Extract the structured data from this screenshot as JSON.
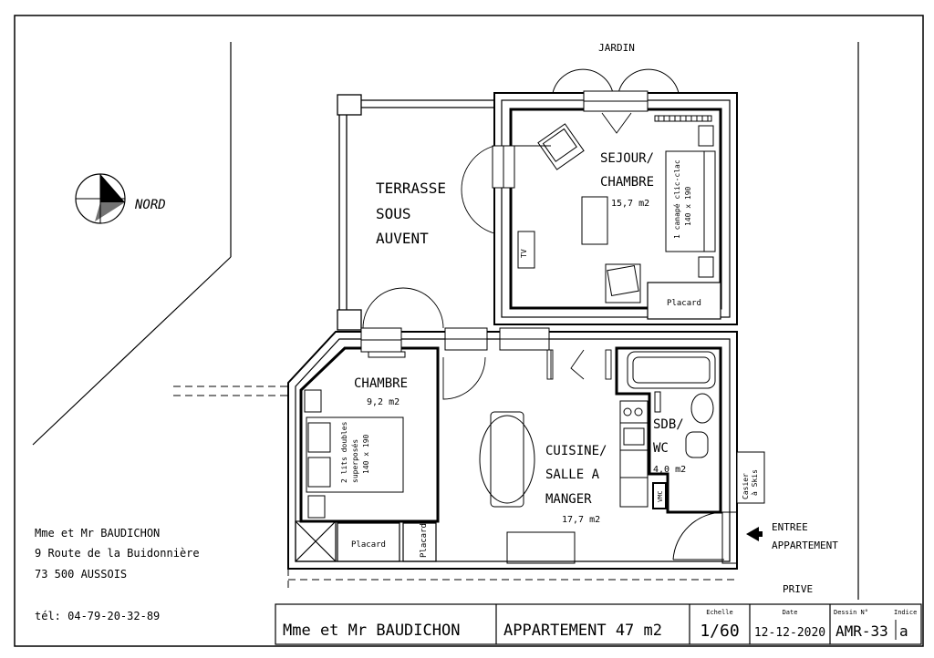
{
  "plan": {
    "garden": "JARDIN",
    "north": "NORD",
    "private": "PRIVE",
    "terrace": [
      "TERRASSE",
      "SOUS",
      "AUVENT"
    ],
    "living": {
      "name": [
        "SEJOUR/",
        "CHAMBRE"
      ],
      "area": "15,7 m2",
      "sofa": [
        "1 canapé clic-clac",
        "140 x 190"
      ],
      "closet": "Placard",
      "tv": "TV"
    },
    "bedroom": {
      "name": "CHAMBRE",
      "area": "9,2 m2",
      "beds": [
        "2 lits doubles",
        "superposés",
        "140 x 190"
      ]
    },
    "kitchen": {
      "name": [
        "CUISINE/",
        "SALLE A",
        "MANGER"
      ],
      "area": "17,7 m2"
    },
    "bath": {
      "name": [
        "SDB/",
        "WC"
      ],
      "area": "4,0 m2",
      "vmc": "VMC"
    },
    "closet1": "Placard",
    "closet2": "Placard",
    "ski": [
      "Casier",
      "à Skis"
    ],
    "entrance": [
      "ENTREE",
      "APPARTEMENT"
    ]
  },
  "owner": {
    "name": "Mme et Mr BAUDICHON",
    "street": "9 Route de la Buidonnière",
    "city": "73 500 AUSSOIS",
    "phone": "tél: 04-79-20-32-89"
  },
  "titleblock": {
    "client": "Mme et Mr BAUDICHON",
    "project": "APPARTEMENT 47 m2",
    "scale_label": "Echelle",
    "scale": "1/60",
    "date_label": "Date",
    "date": "12-12-2020",
    "drawing_label": "Dessin N°",
    "index_label": "Indice",
    "drawing": "AMR-33",
    "index": "a"
  }
}
